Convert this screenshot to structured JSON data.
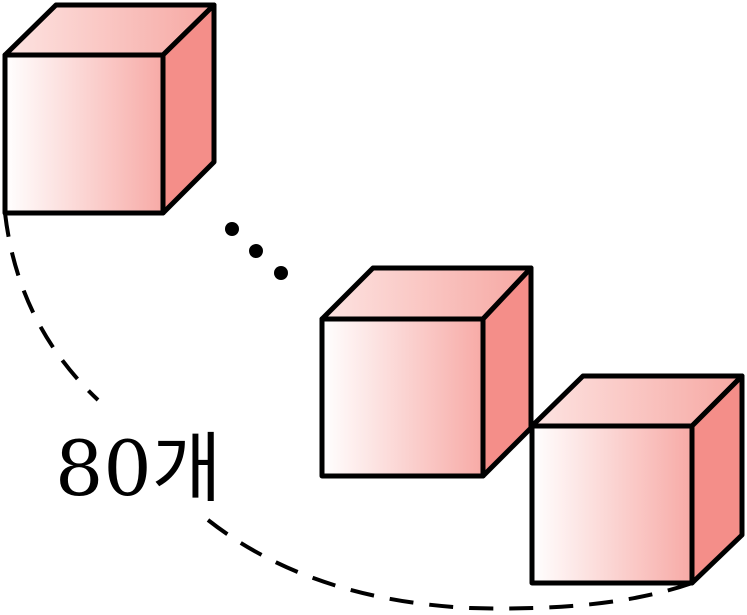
{
  "diagram": {
    "count_label": "80개",
    "cube_front_gradient": [
      "#ffffff",
      "#f7aaa6"
    ],
    "cube_side_color": "#f48e89",
    "cube_top_gradient": [
      "#fde4e2",
      "#f6a7a2"
    ],
    "stroke_color": "#000000",
    "cubes": [
      {
        "name": "first-cube"
      },
      {
        "name": "middle-cube"
      },
      {
        "name": "last-cube"
      }
    ],
    "ellipsis_dots": 3
  }
}
